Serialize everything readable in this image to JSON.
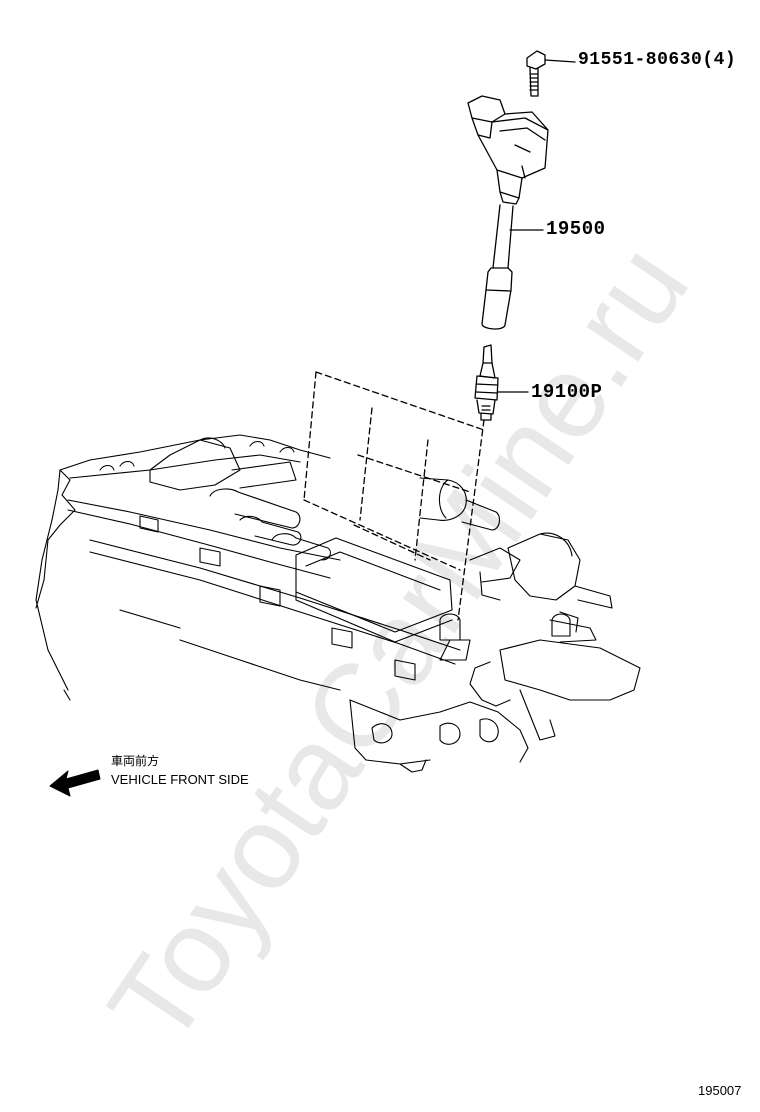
{
  "diagram": {
    "callouts": {
      "bolt": "91551-80630(4)",
      "ignition_coil": "19500",
      "spark_plug": "19100P"
    },
    "direction": {
      "label_jp": "車両前方",
      "label_en": "VEHICLE FRONT SIDE"
    },
    "figure_number": "195007",
    "watermark": "ToyotaCarMine.ru"
  }
}
